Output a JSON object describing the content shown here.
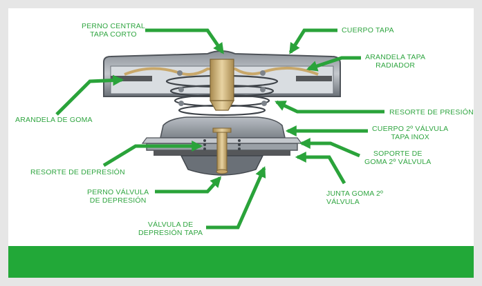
{
  "colors": {
    "label_green": "#2fa540",
    "arrow_green": "#2aa33a",
    "footer_green": "#22a838",
    "steel_dark": "#5b6067",
    "steel_light": "#aeb3b9",
    "brass": "#c9a86a",
    "rubber": "#55575a"
  },
  "labels": {
    "perno_central": [
      "PERNO CENTRAL",
      "TAPA CORTO"
    ],
    "cuerpo_tapa": [
      "CUERPO TAPA"
    ],
    "arandela_tapa": [
      "ARANDELA TAPA",
      "RADIADOR"
    ],
    "arandela_goma": [
      "ARANDELA DE GOMA"
    ],
    "resorte_presion": [
      "RESORTE DE PRESIÓN"
    ],
    "cuerpo_valvula": [
      "CUERPO 2º VÁLVULA",
      "TAPA INOX"
    ],
    "soporte_goma": [
      "SOPORTE DE",
      "GOMA 2º VÁLVULA"
    ],
    "resorte_depresion": [
      "RESORTE DE DEPRESIÓN"
    ],
    "junta_goma": [
      "JUNTA GOMA 2º",
      "VÁLVULA"
    ],
    "perno_valvula": [
      "PERNO VÁLVULA",
      "DE DEPRESIÓN"
    ],
    "valvula_depresion": [
      "VÁLVULA DE",
      "DEPRESIÓN TAPA"
    ]
  }
}
